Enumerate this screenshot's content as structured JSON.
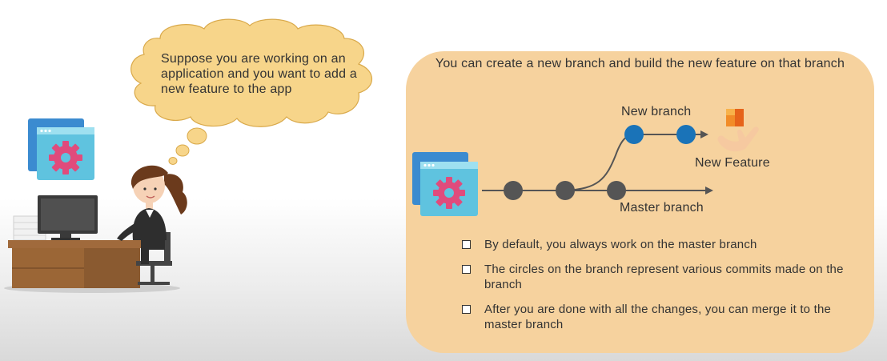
{
  "thought": {
    "text": "Suppose you are working on an application and you want to add a new feature to the app"
  },
  "panel": {
    "title": "You can create a new branch and build the new feature on that branch",
    "diagram": {
      "new_branch_label": "New branch",
      "master_branch_label": "Master branch",
      "new_feature_label": "New Feature"
    },
    "bullets": [
      "By default, you always work on the master branch",
      "The circles on the branch represent various commits made on the branch",
      "After you are done with all the changes, you can merge it to the master branch"
    ]
  },
  "colors": {
    "panel_bg": "#f6d29e",
    "cloud_fill": "#f7d58a",
    "master_commit": "#555555",
    "branch_commit": "#1a73b8",
    "gear": "#e04b7c",
    "app_window": "#5fc3df"
  }
}
